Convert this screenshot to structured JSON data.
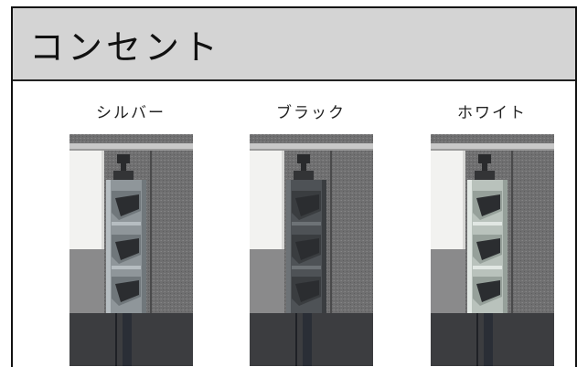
{
  "title": "コンセント",
  "items": [
    {
      "label": "シルバー",
      "color": "#8f969a",
      "shade": "#70777b",
      "light": "#b6bdc1"
    },
    {
      "label": "ブラック",
      "color": "#4e5256",
      "shade": "#3a3d40",
      "light": "#6d7276"
    },
    {
      "label": "ホワイト",
      "color": "#b9c2bc",
      "shade": "#96a09a",
      "light": "#e1e7e3"
    }
  ],
  "colors": {
    "header_bg": "#d4d4d4",
    "border": "#111111",
    "wall": "#6f6f70",
    "panel": "#f2f2f0",
    "trim": "#c8c8c8",
    "pole": "#2a2e36"
  }
}
